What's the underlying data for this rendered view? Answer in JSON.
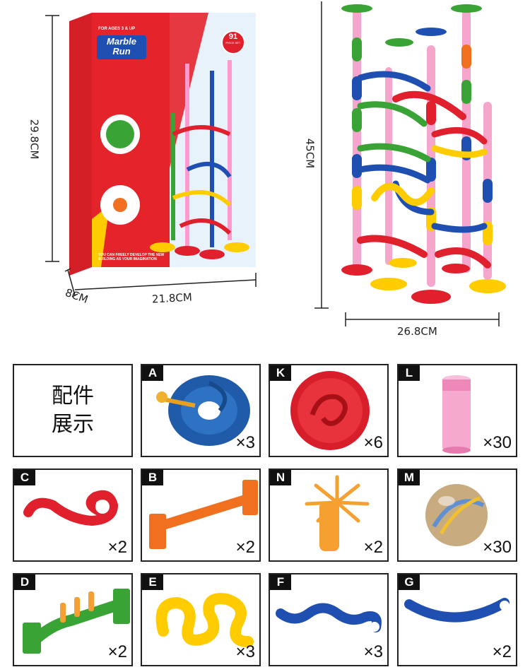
{
  "box": {
    "brand_line1": "Marble",
    "brand_line2": "Run",
    "piece_count": "91",
    "piece_label": "PIECE SET",
    "age_text": "FOR AGES 3 & UP",
    "bottom_text": "YOU CAN FREELY DEVELOP THE NEW BUILDING AS YOUR IMAGINATION"
  },
  "dimensions": {
    "box_height": "29.8CM",
    "box_depth": "8CM",
    "box_width": "21.8CM",
    "tower_height": "45CM",
    "tower_width": "26.8CM"
  },
  "parts": {
    "title": "配件展示",
    "items": [
      {
        "letter": "A",
        "qty": "×3",
        "icon": "spiral-funnel-icon"
      },
      {
        "letter": "K",
        "qty": "×6",
        "icon": "red-swirl-bowl-icon"
      },
      {
        "letter": "L",
        "qty": "×30",
        "icon": "pink-tube-icon"
      },
      {
        "letter": "C",
        "qty": "×2",
        "icon": "red-curl-track-icon"
      },
      {
        "letter": "B",
        "qty": "×2",
        "icon": "orange-straight-track-icon"
      },
      {
        "letter": "N",
        "qty": "×2",
        "icon": "paddle-wheel-icon"
      },
      {
        "letter": "M",
        "qty": "×30",
        "icon": "marble-icon"
      },
      {
        "letter": "D",
        "qty": "×2",
        "icon": "green-wave-track-icon"
      },
      {
        "letter": "E",
        "qty": "×3",
        "icon": "yellow-zigzag-track-icon"
      },
      {
        "letter": "F",
        "qty": "×3",
        "icon": "blue-wave-track-icon"
      },
      {
        "letter": "G",
        "qty": "×2",
        "icon": "blue-curved-track-icon"
      }
    ]
  },
  "colors": {
    "red": "#e0202c",
    "blue": "#1f4fb0",
    "green": "#3aa335",
    "yellow": "#ffcc00",
    "orange": "#f07020",
    "pink": "#f4a0c8"
  }
}
